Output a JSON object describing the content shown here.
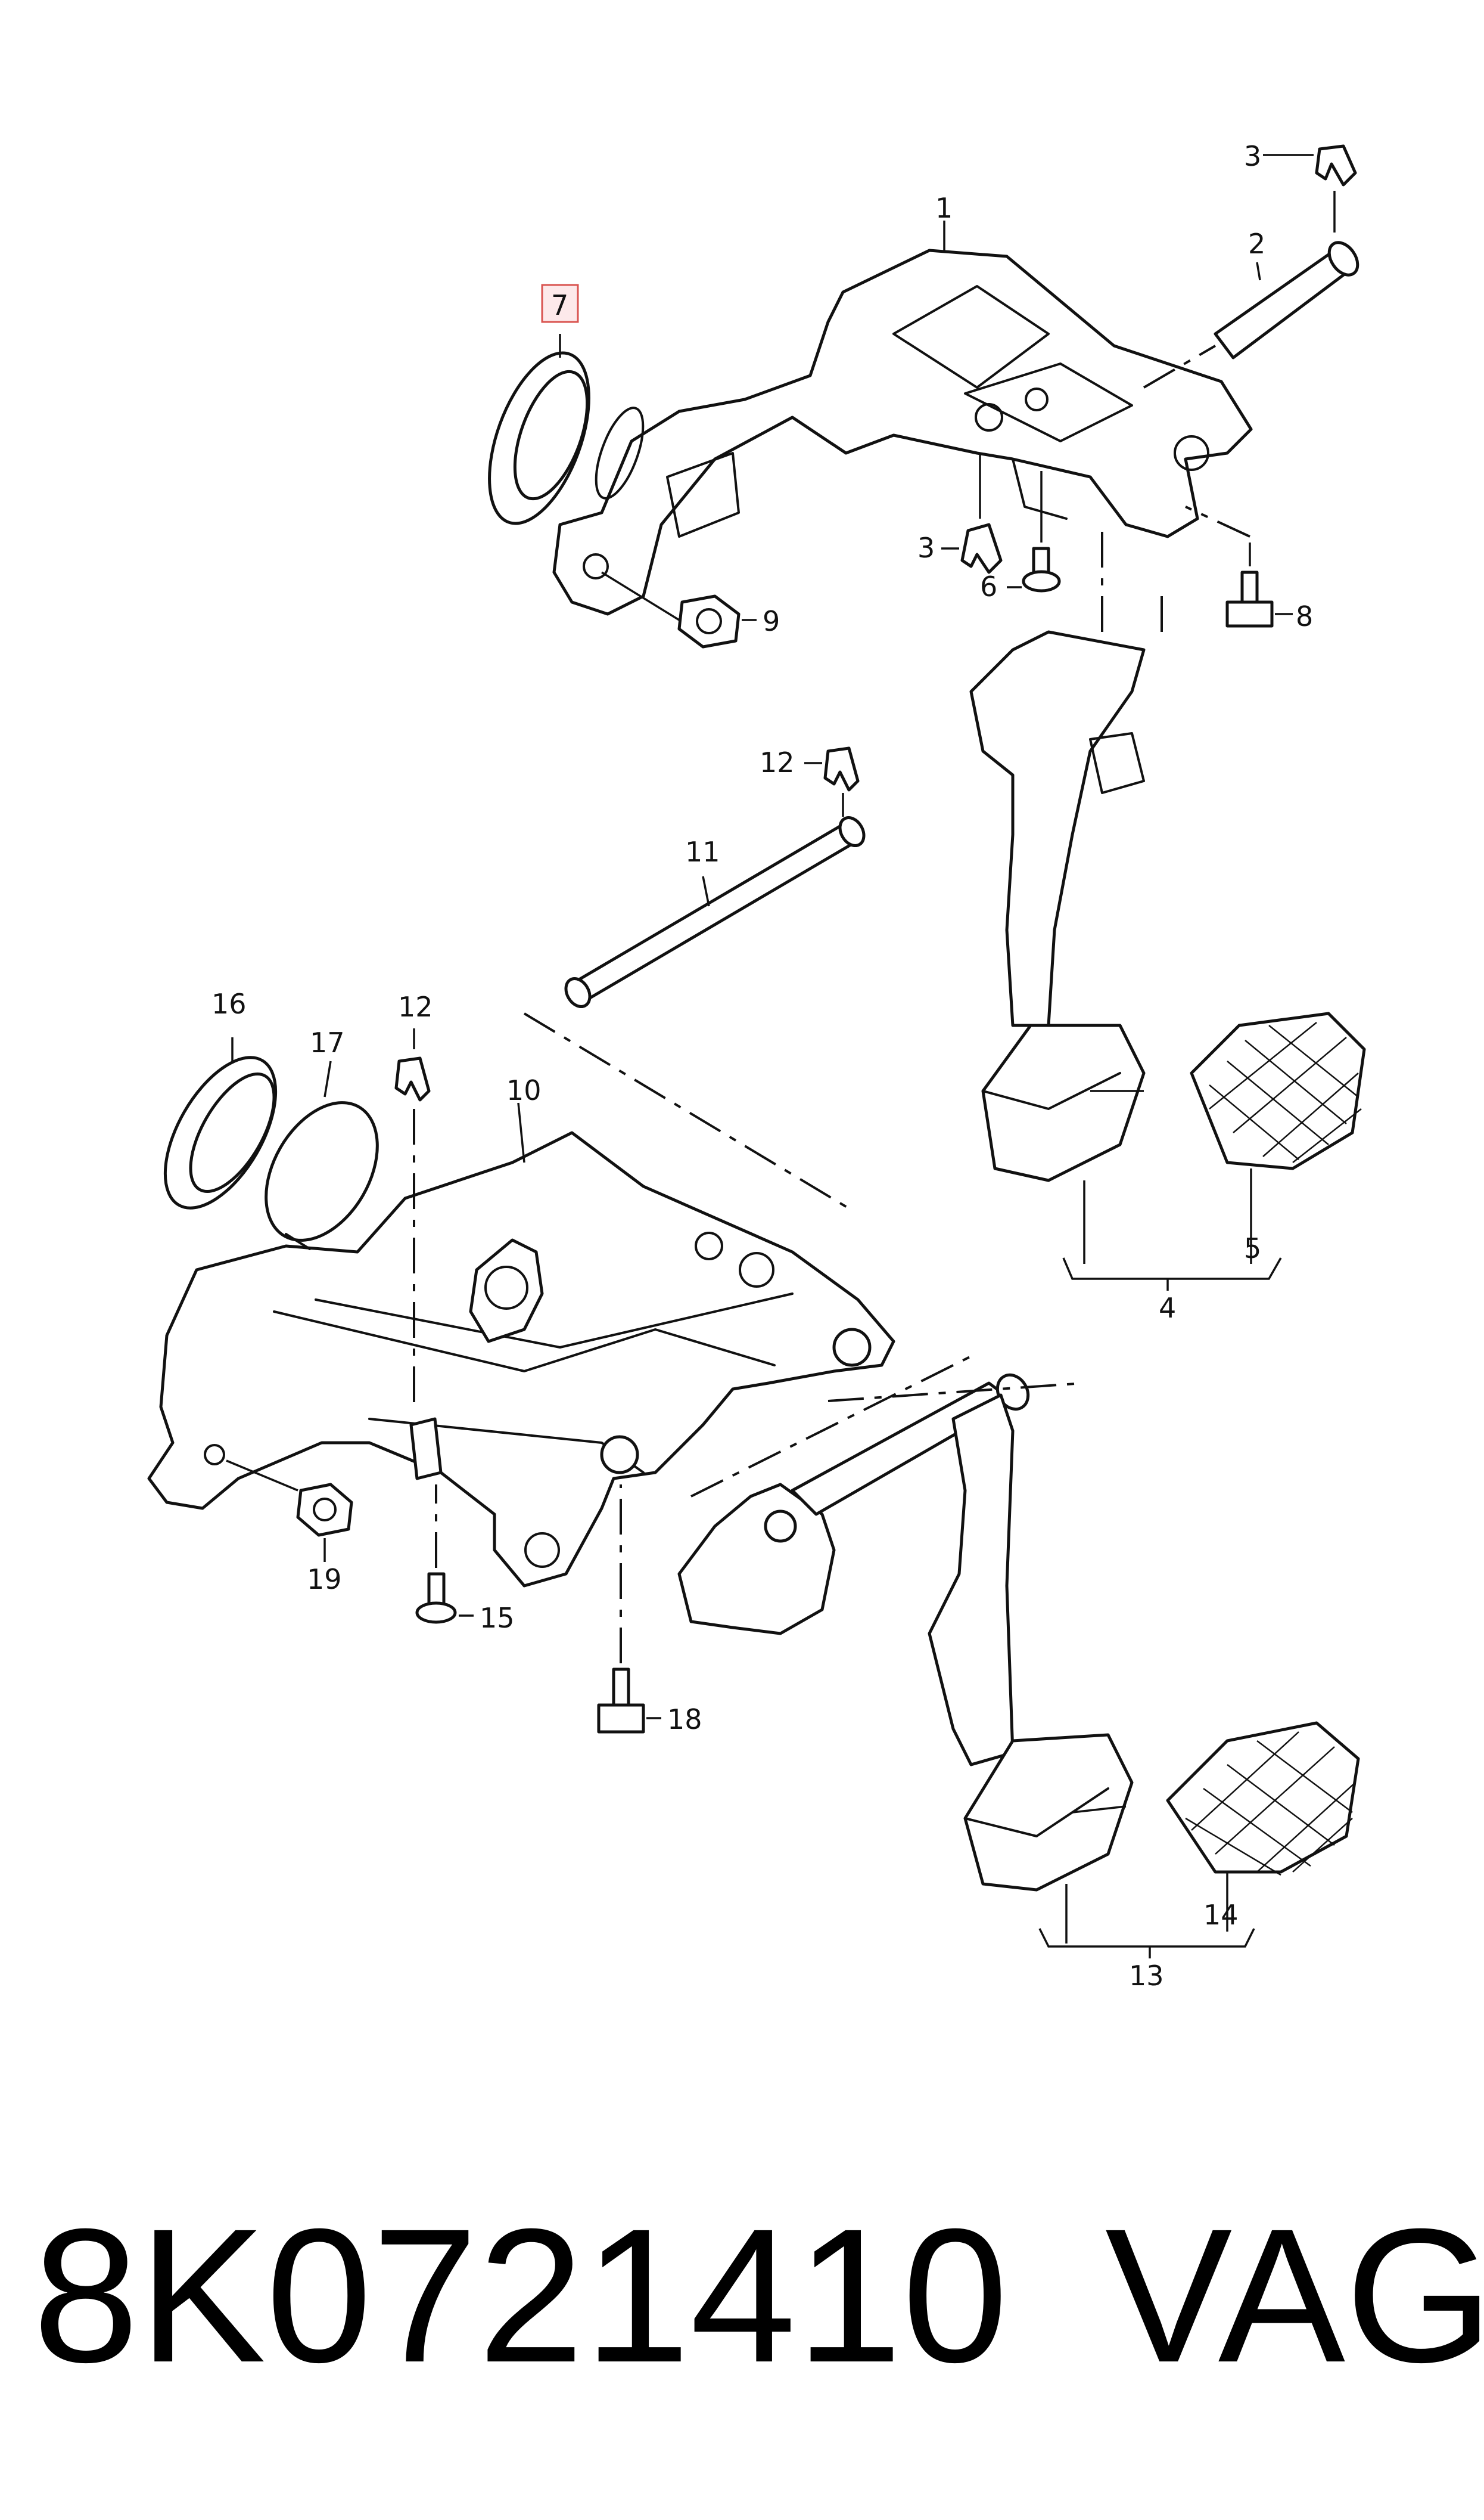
{
  "footer": {
    "part_number": "8K0721410",
    "brand": "VAG"
  },
  "colors": {
    "ink": "#111111",
    "background": "#ffffff",
    "highlight_fill": "#fde9ea",
    "highlight_stroke": "#d9534f"
  },
  "highlighted_callout": "7",
  "callouts": [
    {
      "id": "c1",
      "label": "1"
    },
    {
      "id": "c2",
      "label": "2"
    },
    {
      "id": "c3a",
      "label": "3"
    },
    {
      "id": "c3b",
      "label": "3"
    },
    {
      "id": "c4",
      "label": "4"
    },
    {
      "id": "c5",
      "label": "5"
    },
    {
      "id": "c6",
      "label": "6"
    },
    {
      "id": "c7",
      "label": "7"
    },
    {
      "id": "c8",
      "label": "8"
    },
    {
      "id": "c9",
      "label": "9"
    },
    {
      "id": "c10",
      "label": "10"
    },
    {
      "id": "c11",
      "label": "11"
    },
    {
      "id": "c12a",
      "label": "12"
    },
    {
      "id": "c12b",
      "label": "12"
    },
    {
      "id": "c13",
      "label": "13"
    },
    {
      "id": "c14",
      "label": "14"
    },
    {
      "id": "c15",
      "label": "15"
    },
    {
      "id": "c16",
      "label": "16"
    },
    {
      "id": "c17",
      "label": "17"
    },
    {
      "id": "c18",
      "label": "18"
    },
    {
      "id": "c19",
      "label": "19"
    }
  ]
}
